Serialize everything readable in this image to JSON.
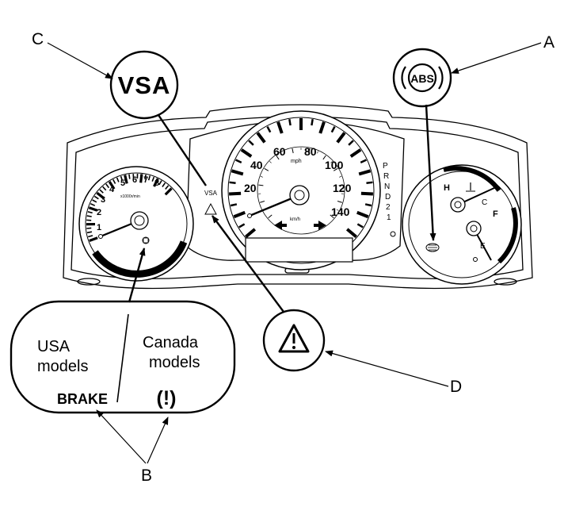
{
  "callouts": {
    "a": "A",
    "b": "B",
    "c": "C",
    "d": "D"
  },
  "indicators": {
    "vsa": "VSA",
    "abs": "ABS",
    "vsa_small": "VSA"
  },
  "tachometer": {
    "ticks": [
      "1",
      "2",
      "3",
      "4",
      "5",
      "6",
      "7",
      "8"
    ],
    "unit": "x1000r/min"
  },
  "speedometer": {
    "outer_ticks": [
      "20",
      "40",
      "60",
      "80",
      "100",
      "120",
      "140"
    ],
    "unit": "mph",
    "inner_unit": "km/h"
  },
  "gear_indicator": [
    "P",
    "R",
    "N",
    "D",
    "2",
    "1"
  ],
  "temp_gauge": {
    "hot": "H",
    "cold": "C"
  },
  "fuel_gauge": {
    "full": "F",
    "empty": "E"
  },
  "brake_box": {
    "usa_label_line1": "USA",
    "usa_label_line2": "models",
    "canada_label_line1": "Canada",
    "canada_label_line2": "models",
    "usa_symbol": "BRAKE",
    "canada_symbol": "(!)"
  }
}
